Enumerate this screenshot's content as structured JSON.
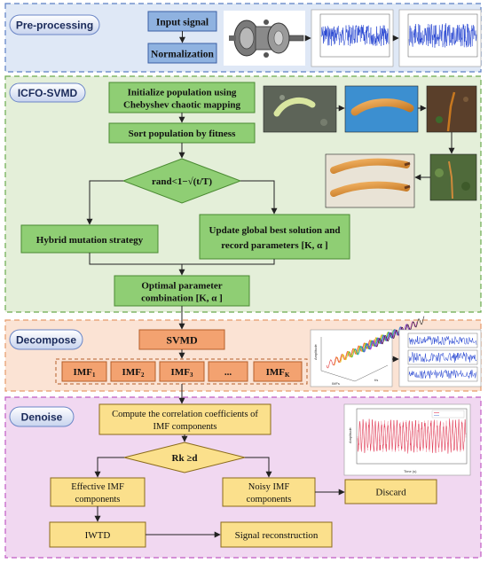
{
  "sections": {
    "preprocessing": "Pre-processing",
    "icfo": "ICFO-SVMD",
    "decompose": "Decompose",
    "denoise": "Denoise"
  },
  "preprocessing": {
    "input_signal": "Input signal",
    "normalization": "Normalization"
  },
  "icfo": {
    "init_line1": "Initialize population using",
    "init_line2": "Chebyshev chaotic mapping",
    "sort": "Sort population by fitness",
    "decision": "rand<1−√(t/T)",
    "hybrid": "Hybrid mutation strategy",
    "update_line1": "Update global best solution and",
    "update_line2": "record parameters [K, α ]",
    "optimal_line1": "Optimal parameter",
    "optimal_line2": "combination [K, α ]"
  },
  "decompose": {
    "svmd": "SVMD",
    "imfs": [
      {
        "base": "IMF",
        "sub": "1"
      },
      {
        "base": "IMF",
        "sub": "2"
      },
      {
        "base": "IMF",
        "sub": "3"
      },
      {
        "base": "...",
        "sub": ""
      },
      {
        "base": "IMF",
        "sub": "K"
      }
    ],
    "plot3d_ylabel": "Amplitude",
    "plot3d_xlabel": "IMFs",
    "plot3d_zlabel": "t/s"
  },
  "denoise": {
    "corr_line1": "Compute the correlation coefficients of",
    "corr_line2": "IMF components",
    "decision": "Rk ≥d",
    "effective_line1": "Effective IMF",
    "effective_line2": "components",
    "noisy_line1": "Noisy IMF",
    "noisy_line2": "components",
    "discard": "Discard",
    "iwtd": "IWTD",
    "reconstruction": "Signal reconstruction",
    "plot_ylabel": "Amplitude",
    "plot_xlabel": "Time (s)"
  },
  "colors": {
    "pre_bg": "#dfe8f6",
    "pre_border": "#5b7fc4",
    "icfo_bg": "#e4efd9",
    "icfo_border": "#6aaa4e",
    "dec_bg": "#fbe3d4",
    "dec_border": "#e69a6a",
    "den_bg": "#f1d8f1",
    "den_border": "#c05bc4",
    "blue_box": "#8fb2e0",
    "green_box": "#8fce74",
    "orange_box": "#f3a270",
    "yellow_box": "#fbe08c",
    "signal_blue": "#1f3fd0",
    "signal_red": "#e03a55"
  }
}
